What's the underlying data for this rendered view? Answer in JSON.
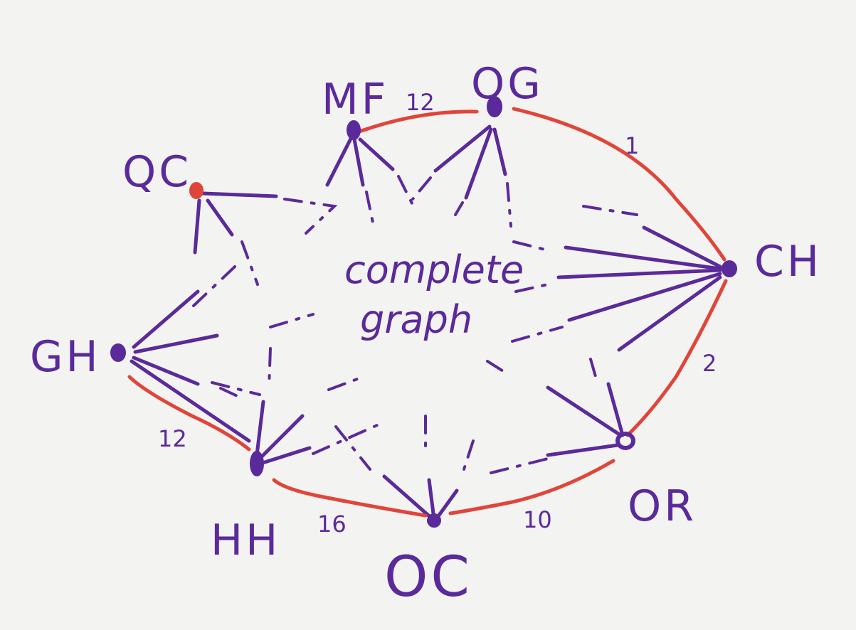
{
  "colors": {
    "ink": "#5b2a9a",
    "highlight": "#e0453a",
    "paper": "#f3f3f1"
  },
  "center_text": [
    "complete",
    "graph"
  ],
  "nodes": [
    {
      "id": "QC",
      "label": "QC",
      "color": "#e0453a"
    },
    {
      "id": "MF",
      "label": "MF",
      "color": "#5b2a9a"
    },
    {
      "id": "OG",
      "label": "OG",
      "color": "#5b2a9a"
    },
    {
      "id": "CH",
      "label": "CH",
      "color": "#5b2a9a"
    },
    {
      "id": "GH",
      "label": "GH",
      "color": "#5b2a9a"
    },
    {
      "id": "HH",
      "label": "HH",
      "color": "#5b2a9a"
    },
    {
      "id": "OC",
      "label": "OC",
      "color": "#5b2a9a"
    },
    {
      "id": "OR",
      "label": "OR",
      "color": "#5b2a9a"
    }
  ],
  "highlighted_edges": [
    {
      "from": "MF",
      "to": "OG",
      "weight": "12"
    },
    {
      "from": "OG",
      "to": "CH",
      "weight": "1"
    },
    {
      "from": "CH",
      "to": "OR",
      "weight": "2"
    },
    {
      "from": "OR",
      "to": "OC",
      "weight": "10"
    },
    {
      "from": "OC",
      "to": "HH",
      "weight": "16"
    },
    {
      "from": "HH",
      "to": "GH",
      "weight": "12"
    }
  ]
}
